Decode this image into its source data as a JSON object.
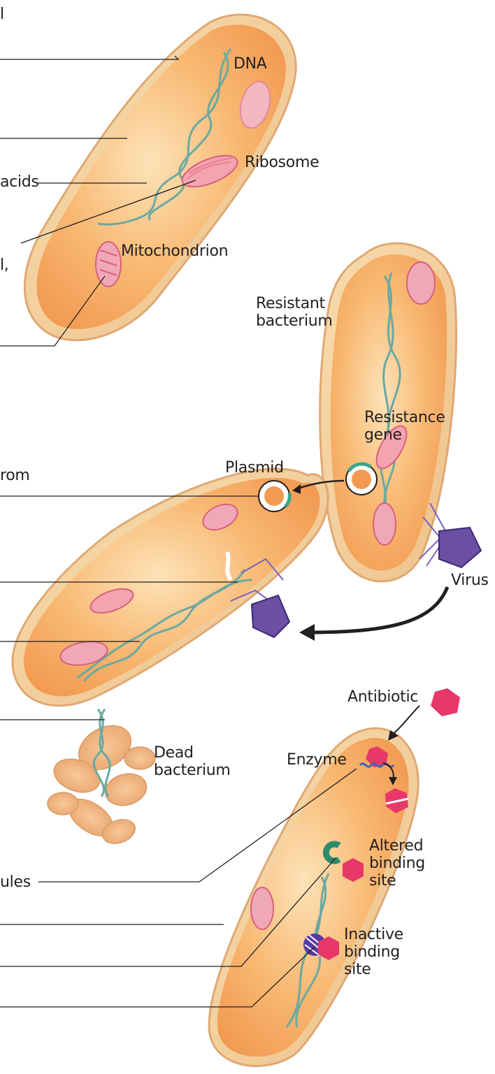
{
  "labels": {
    "dna": "DNA",
    "ribosome": "Ribosome",
    "mitochondrion": "Mitochondrion",
    "resistant_bacterium": [
      "Resistant",
      "bacterium"
    ],
    "resistance_gene": [
      "Resistance",
      "gene"
    ],
    "plasmid": "Plasmid",
    "virus": "Virus",
    "dead_bacterium": [
      "Dead",
      "bacterium"
    ],
    "antibiotic": "Antibiotic",
    "enzyme": "Enzyme",
    "altered_binding_site": [
      "Altered",
      "binding",
      "site"
    ],
    "inactive_binding_site": [
      "Inactive",
      "binding",
      "site"
    ]
  },
  "cropped_left_text": {
    "t1": "l",
    "t2": "acids",
    "t3": "l,",
    "t4": "rom",
    "t5": "ules"
  },
  "colors": {
    "cell_body": "#f6a860",
    "cell_wall": "#f3cf9a",
    "dna_strand": "#6aa9a0",
    "organelle": "#e77f95",
    "virus": "#6a4fa3",
    "antibiotic": "#e8386a",
    "leader_line": "#231f20"
  }
}
